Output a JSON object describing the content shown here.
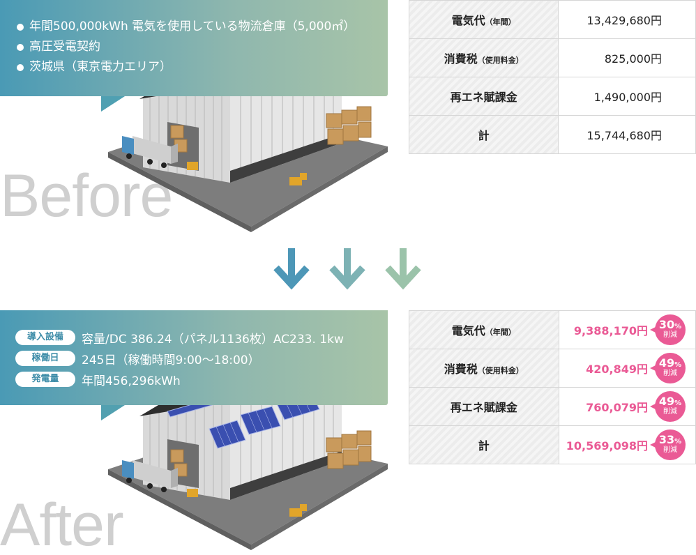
{
  "before": {
    "label": "Before",
    "bullets": [
      "年間500,000kWh 電気を使用している物流倉庫（5,000㎡）",
      "高圧受電契約",
      "茨城県（東京電力エリア）"
    ],
    "table": [
      {
        "key": "電気代",
        "note": "（年間）",
        "value": "13,429,680円"
      },
      {
        "key": "消費税",
        "note": "（使用料金）",
        "value": "825,000円"
      },
      {
        "key": "再エネ賦課金",
        "note": "",
        "value": "1,490,000円"
      },
      {
        "key": "計",
        "note": "",
        "value": "15,744,680円"
      }
    ]
  },
  "after": {
    "label": "After",
    "specs": [
      {
        "tag": "導入設備",
        "value": "容量/DC 386.24（パネル1136枚）AC233. 1kw"
      },
      {
        "tag": "稼働日",
        "value": "245日（稼働時間9:00〜18:00）"
      },
      {
        "tag": "発電量",
        "value": "年間456,296kWh"
      }
    ],
    "table": [
      {
        "key": "電気代",
        "note": "（年間）",
        "value": "9,388,170円",
        "pct": "30",
        "pct_unit": "%",
        "cut": "削減"
      },
      {
        "key": "消費税",
        "note": "（使用料金）",
        "value": "420,849円",
        "pct": "49",
        "pct_unit": "%",
        "cut": "削減"
      },
      {
        "key": "再エネ賦課金",
        "note": "",
        "value": "760,079円",
        "pct": "49",
        "pct_unit": "%",
        "cut": "削減"
      },
      {
        "key": "計",
        "note": "",
        "value": "10,569,098円",
        "pct": "33",
        "pct_unit": "%",
        "cut": "削減"
      }
    ]
  },
  "colors": {
    "accent_pink": "#ea5a95",
    "bubble_start": "#4a9ab5",
    "bubble_end": "#a8c4a8",
    "arrow_1": "#4d97b7",
    "arrow_2": "#7db2b4",
    "arrow_3": "#9bc3aa"
  }
}
